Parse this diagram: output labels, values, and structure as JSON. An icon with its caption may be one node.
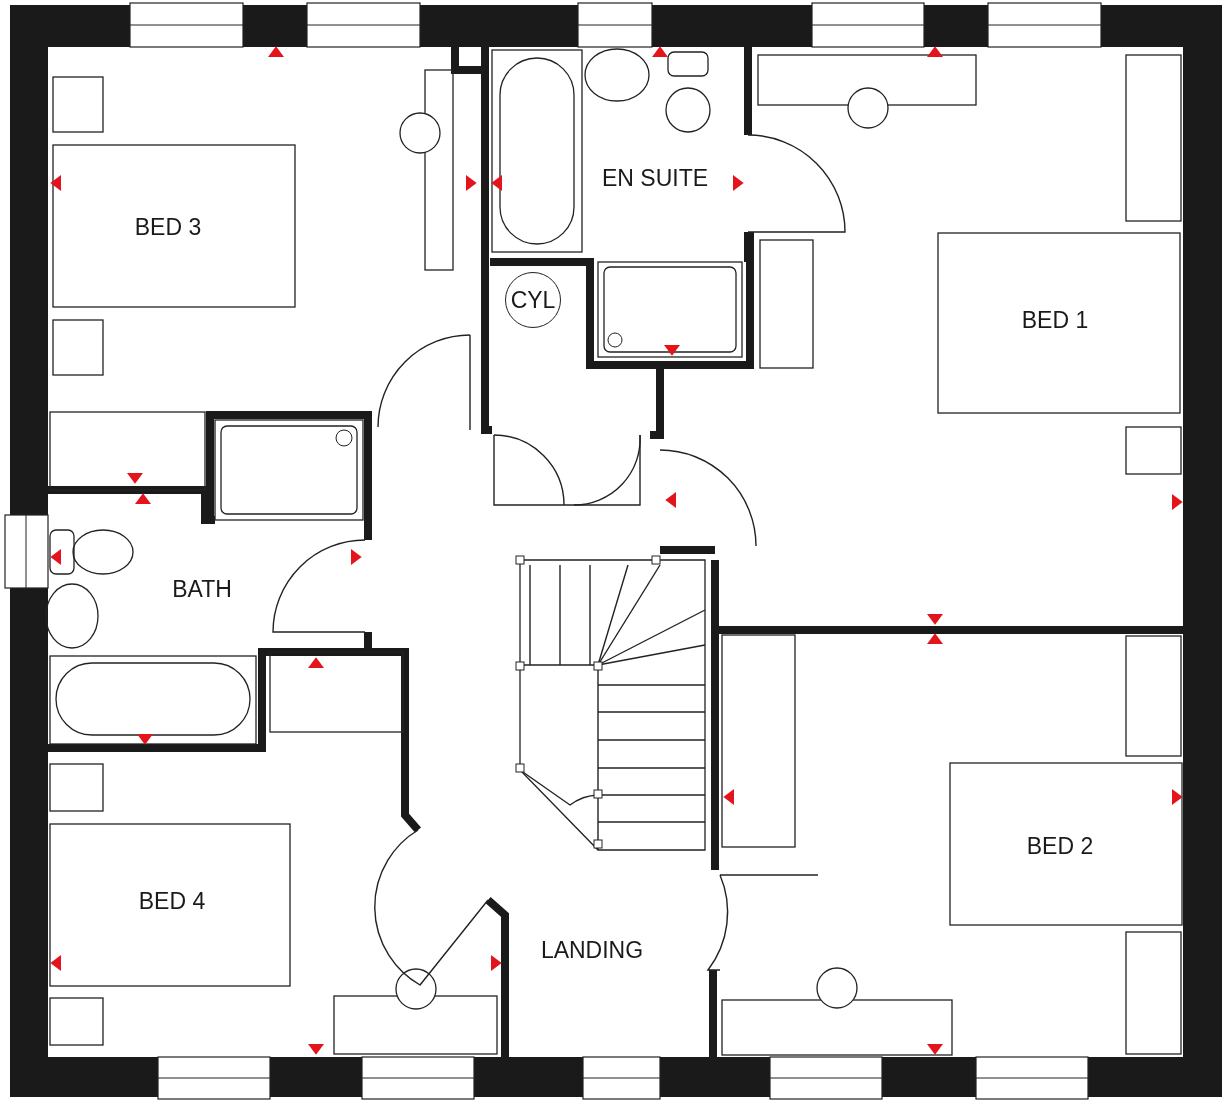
{
  "diagram": {
    "nodes": [
      {
        "text": [
          "CYL"
        ]
      }
    ],
    "labels": [
      "EN SUITE",
      "BED 3",
      "BED 1",
      "BATH",
      "BED 2",
      "BED 4",
      "LANDING"
    ]
  }
}
